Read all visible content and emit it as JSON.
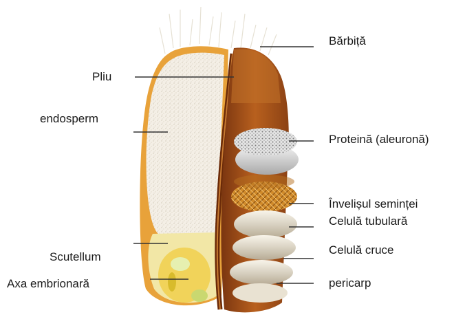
{
  "labels": {
    "barbita": "Bărbiță",
    "pliu": "Pliu",
    "endosperm": "endosperm",
    "proteina": "Proteină (aleuronă)",
    "invelisul": "Învelișul seminței",
    "celula_tubulara": "Celulă tubulară",
    "scutellum": "Scutellum",
    "celula_cruce": "Celulă cruce",
    "axa": "Axa embrionară",
    "pericarp": "pericarp"
  },
  "colors": {
    "hull_orange": "#e8a23a",
    "hull_brown": "#a9531c",
    "endosperm": "#f3eee6",
    "embryo_yellow": "#f1d35a",
    "leader": "#333333"
  }
}
